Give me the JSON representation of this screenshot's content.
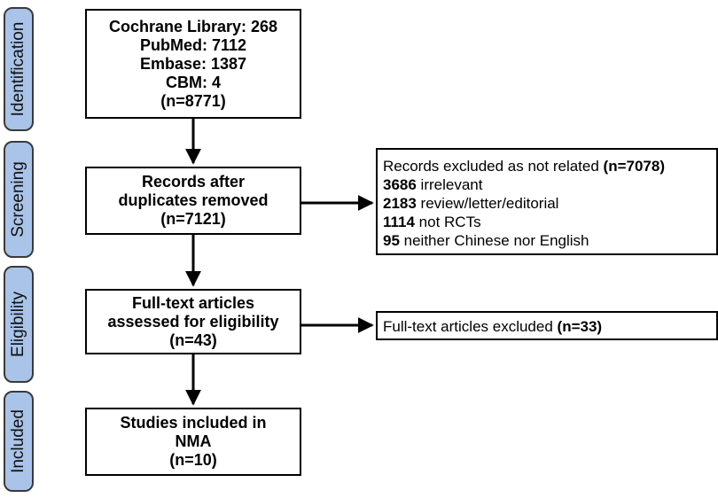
{
  "stages": [
    "Identification",
    "Screening",
    "Eligibility",
    "Included"
  ],
  "identification": {
    "lines": [
      "Cochrane Library: 268",
      "PubMed: 7112",
      "Embase: 1387",
      "CBM: 4",
      "(n=8771)"
    ]
  },
  "screening": {
    "lines": [
      "Records after",
      "duplicates removed",
      "(n=7121)"
    ]
  },
  "eligibility": {
    "lines": [
      "Full-text articles",
      "assessed for eligibility",
      "(n=43)"
    ]
  },
  "included": {
    "lines": [
      "Studies included in",
      "NMA",
      "(n=10)"
    ]
  },
  "screening_excluded": {
    "header_text": "Records excluded as not related ",
    "header_count": "(n=7078)",
    "reasons": [
      {
        "count": "3686",
        "label": " irrelevant"
      },
      {
        "count": "2183",
        "label": " review/letter/editorial"
      },
      {
        "count": "1114",
        "label": " not RCTs"
      },
      {
        "count": "95",
        "label": " neither Chinese nor English"
      }
    ]
  },
  "fulltext_excluded": {
    "text": "Full-text articles excluded ",
    "count": "(n=33)"
  },
  "colors": {
    "stage_fill": "#a9c4e8",
    "stage_border": "#3a3a3a",
    "box_border": "#000000",
    "arrow": "#000000"
  }
}
